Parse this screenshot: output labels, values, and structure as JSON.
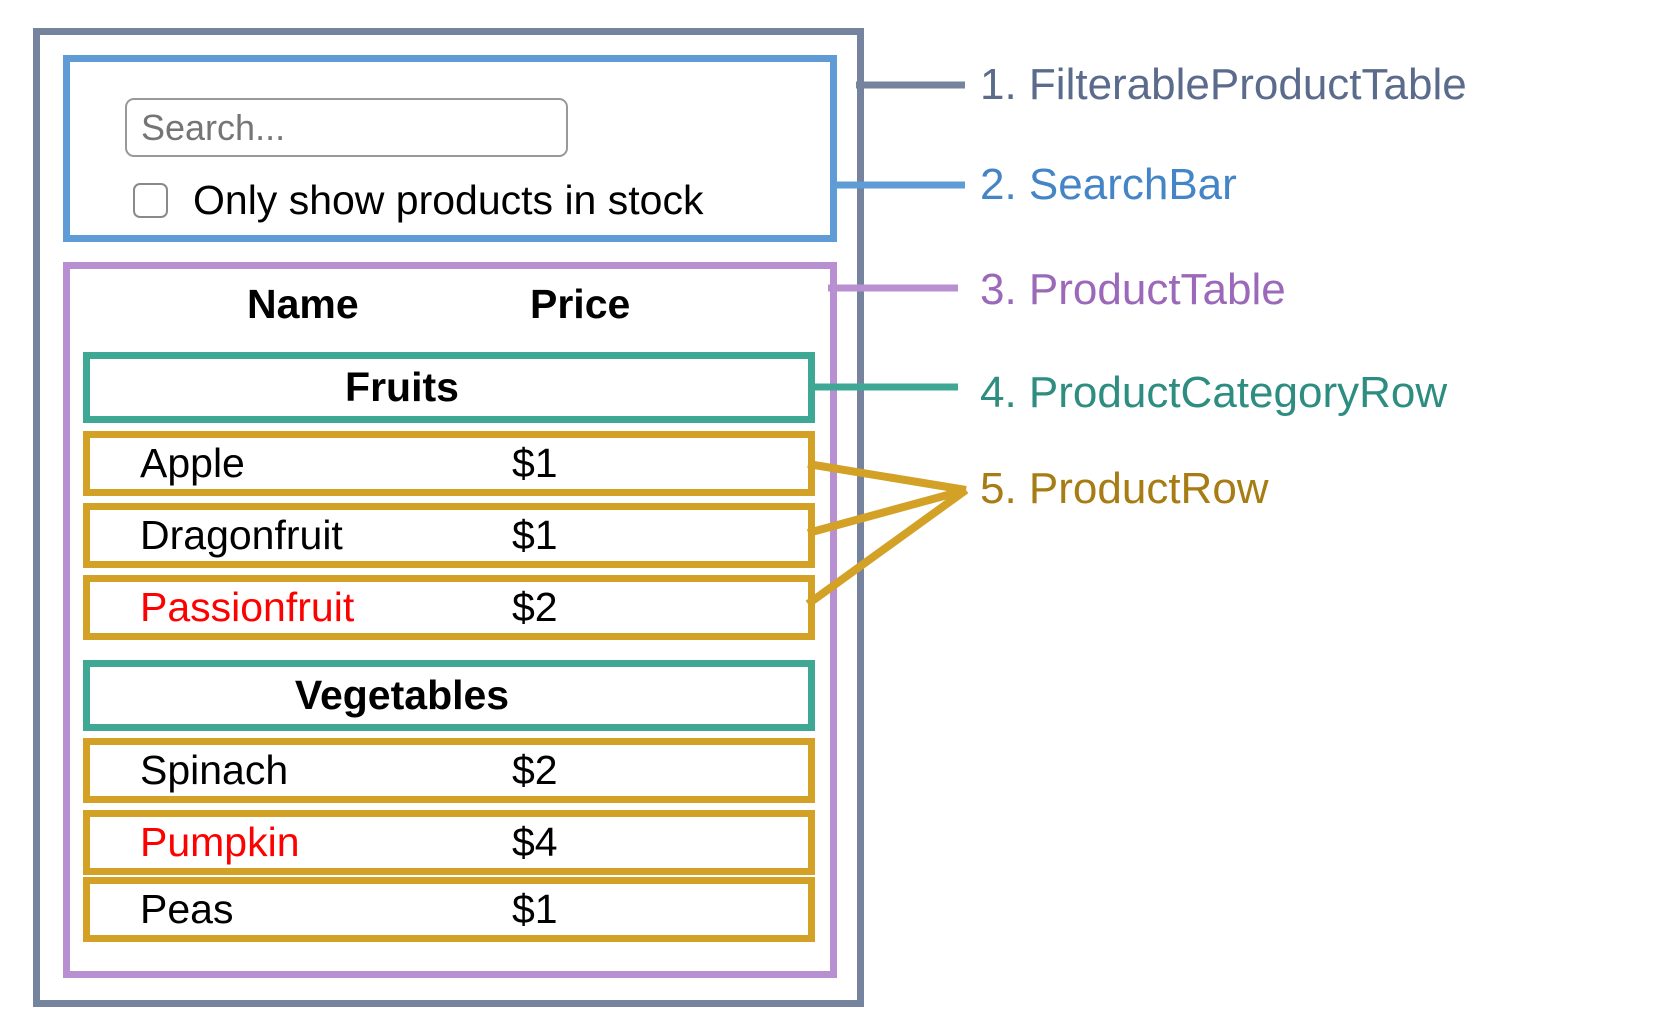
{
  "colors": {
    "frame": "#76839E",
    "frame_label": "#5B6B8C",
    "searchbar": "#5F9BD5",
    "searchbar_label": "#4385C6",
    "producttable": "#B890D2",
    "producttable_label": "#9B68BA",
    "categoryrow": "#3FA895",
    "categoryrow_label": "#2D8D80",
    "productrow": "#D2A125",
    "productrow_label": "#A87C15",
    "out_of_stock_text": "#FF0000",
    "text": "#000000",
    "placeholder": "#757575",
    "input_border": "#999999",
    "checkbox_border": "#8A8A8A"
  },
  "search_bar": {
    "input_placeholder": "Search...",
    "checkbox_label": "Only show products in stock",
    "checkbox_checked": false
  },
  "product_table": {
    "headers": {
      "name": "Name",
      "price": "Price"
    },
    "sections": [
      {
        "category": "Fruits",
        "rows": [
          {
            "name": "Apple",
            "price": "$1",
            "name_color": "#000000"
          },
          {
            "name": "Dragonfruit",
            "price": "$1",
            "name_color": "#000000"
          },
          {
            "name": "Passionfruit",
            "price": "$2",
            "name_color": "#FF0000"
          }
        ]
      },
      {
        "category": "Vegetables",
        "rows": [
          {
            "name": "Spinach",
            "price": "$2",
            "name_color": "#000000"
          },
          {
            "name": "Pumpkin",
            "price": "$4",
            "name_color": "#FF0000"
          },
          {
            "name": "Peas",
            "price": "$1",
            "name_color": "#000000"
          }
        ]
      }
    ]
  },
  "legend": [
    {
      "text": "1. FilterableProductTable"
    },
    {
      "text": "2. SearchBar"
    },
    {
      "text": "3. ProductTable"
    },
    {
      "text": "4. ProductCategoryRow"
    },
    {
      "text": "5. ProductRow"
    }
  ]
}
